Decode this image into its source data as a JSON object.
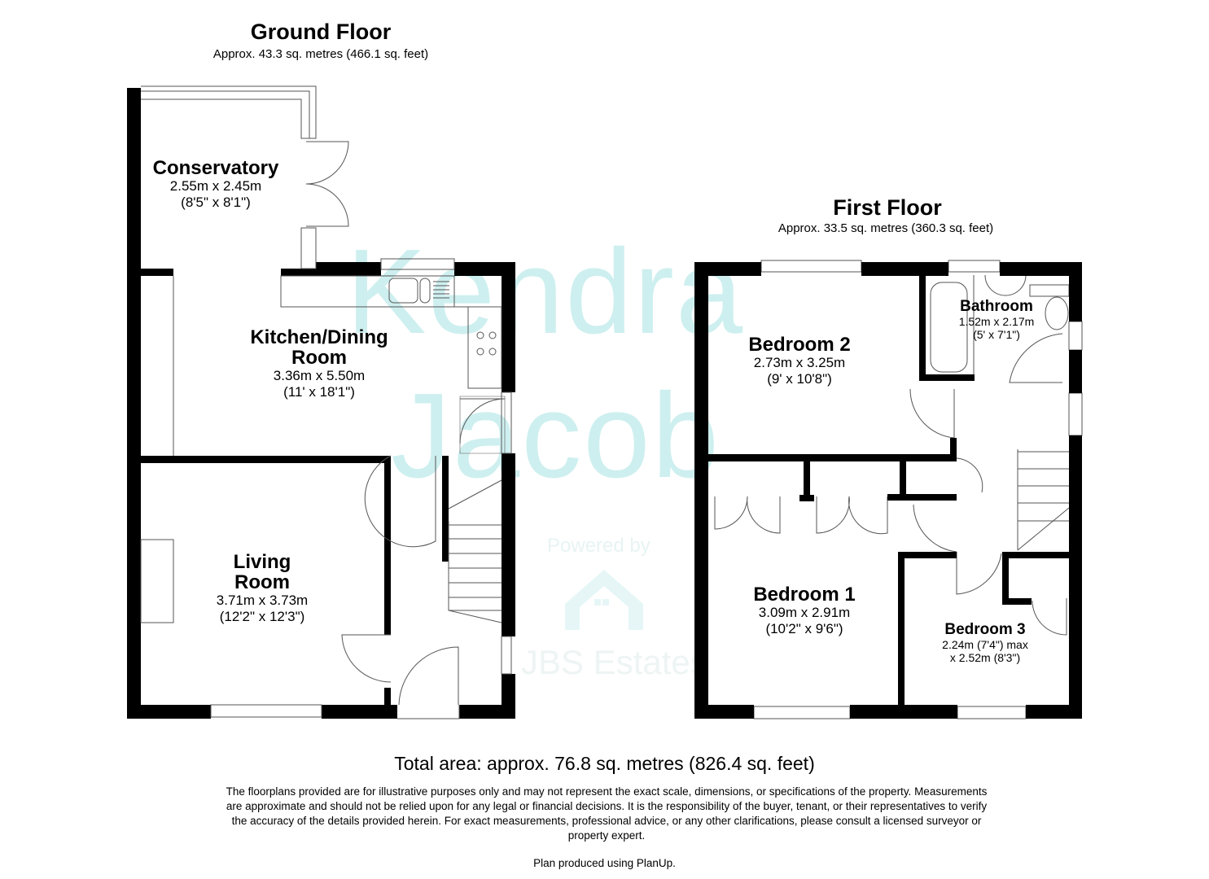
{
  "watermark": {
    "line1": "Kendra",
    "line2": "Jacob",
    "powered_by": "Powered by",
    "brand": "JBS Estates",
    "color": "#c2ecec"
  },
  "ground_floor": {
    "title": "Ground Floor",
    "area": "Approx. 43.3 sq. metres (466.1 sq. feet)",
    "rooms": [
      {
        "name": "Conservatory",
        "dim_m": "2.55m x 2.45m",
        "dim_ft": "(8'5\" x 8'1\")"
      },
      {
        "name_line1": "Kitchen/Dining",
        "name_line2": "Room",
        "dim_m": "3.36m x 5.50m",
        "dim_ft": "(11' x 18'1\")"
      },
      {
        "name_line1": "Living",
        "name_line2": "Room",
        "dim_m": "3.71m x 3.73m",
        "dim_ft": "(12'2\" x 12'3\")"
      }
    ]
  },
  "first_floor": {
    "title": "First Floor",
    "area": "Approx. 33.5 sq. metres (360.3 sq. feet)",
    "rooms": [
      {
        "name": "Bedroom 2",
        "dim_m": "2.73m x 3.25m",
        "dim_ft": "(9' x 10'8\")"
      },
      {
        "name": "Bathroom",
        "dim_m": "1.52m x 2.17m",
        "dim_ft": "(5' x 7'1\")"
      },
      {
        "name": "Bedroom 1",
        "dim_m": "3.09m x 2.91m",
        "dim_ft": "(10'2\" x 9'6\")"
      },
      {
        "name": "Bedroom 3",
        "dim_m": "2.24m (7'4\") max",
        "dim_ft": "x 2.52m (8'3\")"
      }
    ]
  },
  "footer": {
    "total_area": "Total area: approx. 76.8 sq. metres (826.4 sq. feet)",
    "disclaimer": "The floorplans provided are for illustrative purposes only and may not represent the exact scale, dimensions, or specifications of the property. Measurements are approximate and should not be relied upon for any legal or financial decisions. It is the responsibility of the buyer, tenant, or their representatives to verify the accuracy of the details provided herein.  For exact measurements, professional advice, or any other clarifications, please consult a licensed surveyor or property expert.",
    "produced_by": "Plan produced using PlanUp."
  }
}
